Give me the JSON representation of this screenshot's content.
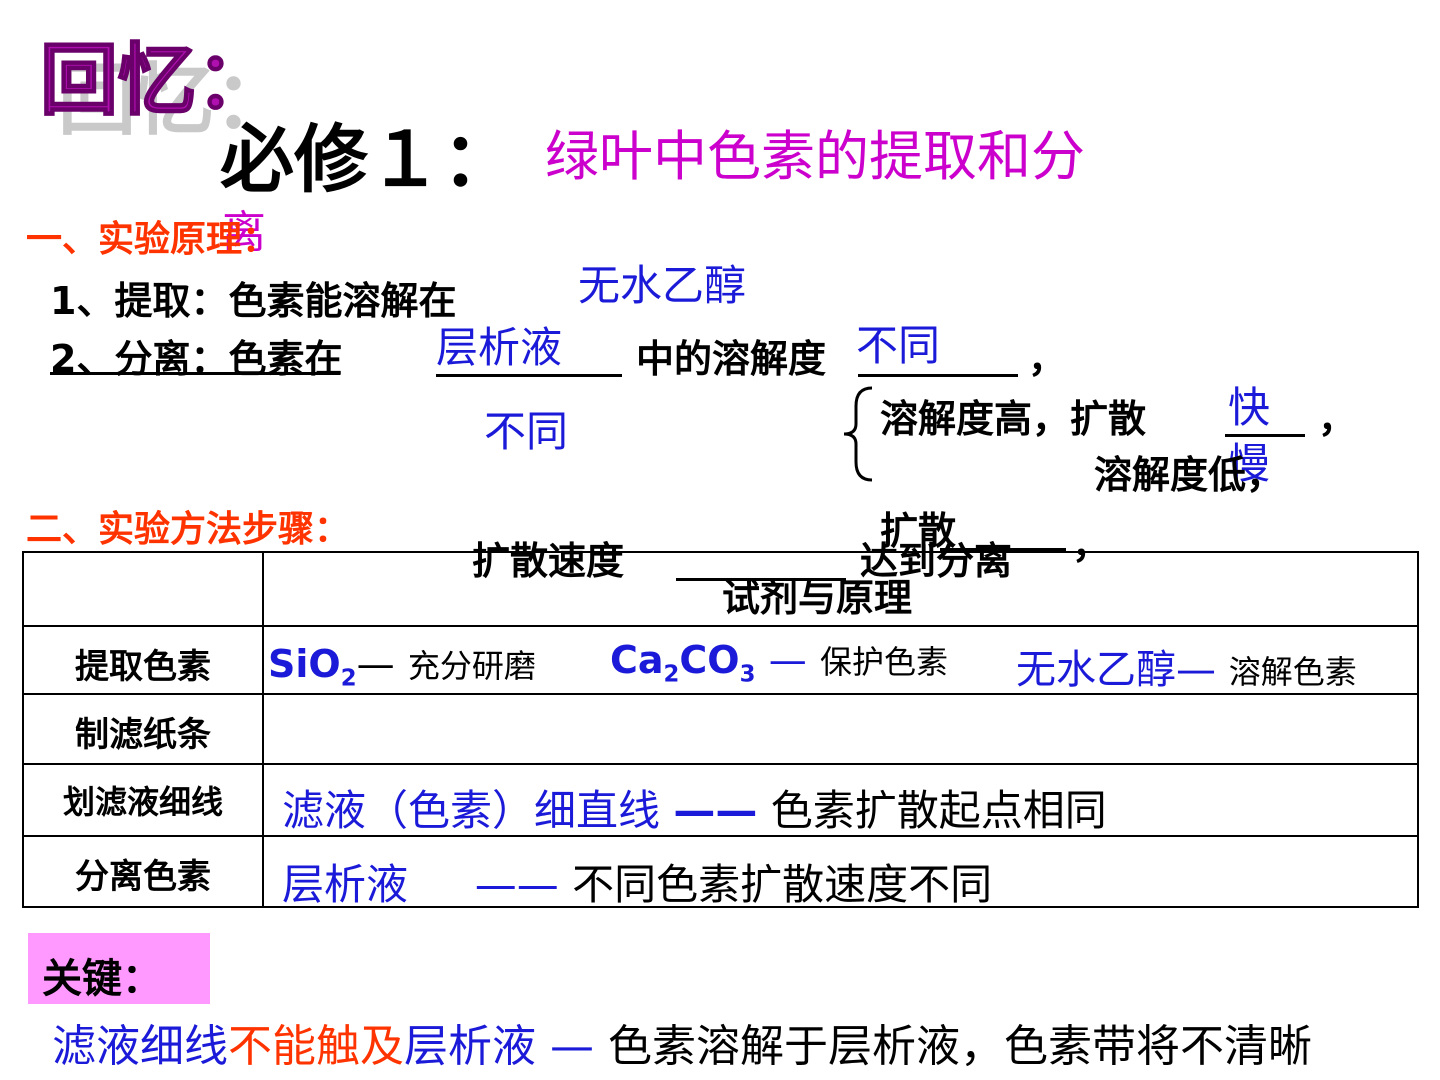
{
  "title": {
    "recall": "回忆：",
    "course": "必修１：",
    "topic": "绿叶中色素的提取和分",
    "topic_overflow": "离"
  },
  "section1": {
    "heading": "一、实验原理：",
    "line1_prefix": "1、提取：色素能溶解在",
    "line1_answer": "无水乙醇",
    "line2_prefix": "2、分离：色素在",
    "line2_answer1": "层析液",
    "line2_mid": "中的溶解度",
    "line2_answer2": "不同",
    "line2_comma": "，",
    "answer_below": "不同",
    "brace_line1": "溶解度高，扩散",
    "brace_answer1": "快",
    "brace_comma1": "，",
    "brace_line2": "溶解度低，",
    "brace_answer2": "慢",
    "diffuse_prefix": "扩散速度",
    "diffuse_mid": "达到分离",
    "diffuse_word": "扩散",
    "diffuse_comma": "，"
  },
  "section2": {
    "heading": "二、实验方法步骤：",
    "table_header": "试剂与原理",
    "rows": [
      {
        "label": "提取色素",
        "sio2": "SiO",
        "sio2_sub": "2",
        "sio2_dash": "—",
        "sio2_text": "充分研磨",
        "caco3_a": "Ca",
        "caco3_sub1": "2",
        "caco3_b": "CO",
        "caco3_sub2": "3",
        "caco3_dash": "—",
        "caco3_text": "保护色素",
        "ethanol": "无水乙醇",
        "ethanol_dash": "—",
        "ethanol_text": "溶解色素"
      },
      {
        "label": "制滤纸条"
      },
      {
        "label": "划滤液细线",
        "answer": "滤液（色素）细直线",
        "dash": "——",
        "text": "色素扩散起点相同"
      },
      {
        "label": "分离色素",
        "answer": "层析液",
        "dash": "——",
        "text": "不同色素扩散速度不同"
      }
    ]
  },
  "key": {
    "label": "关键：",
    "part1": "滤液细线",
    "part2": "不能触及",
    "part3": "层析液",
    "dash": "—",
    "part4": "色素溶解于层析液，色素带将不清晰"
  },
  "colors": {
    "blue": "#1a1ad8",
    "red": "#ff3300",
    "magenta": "#cc00cc",
    "key_box": "#ff99ff"
  }
}
